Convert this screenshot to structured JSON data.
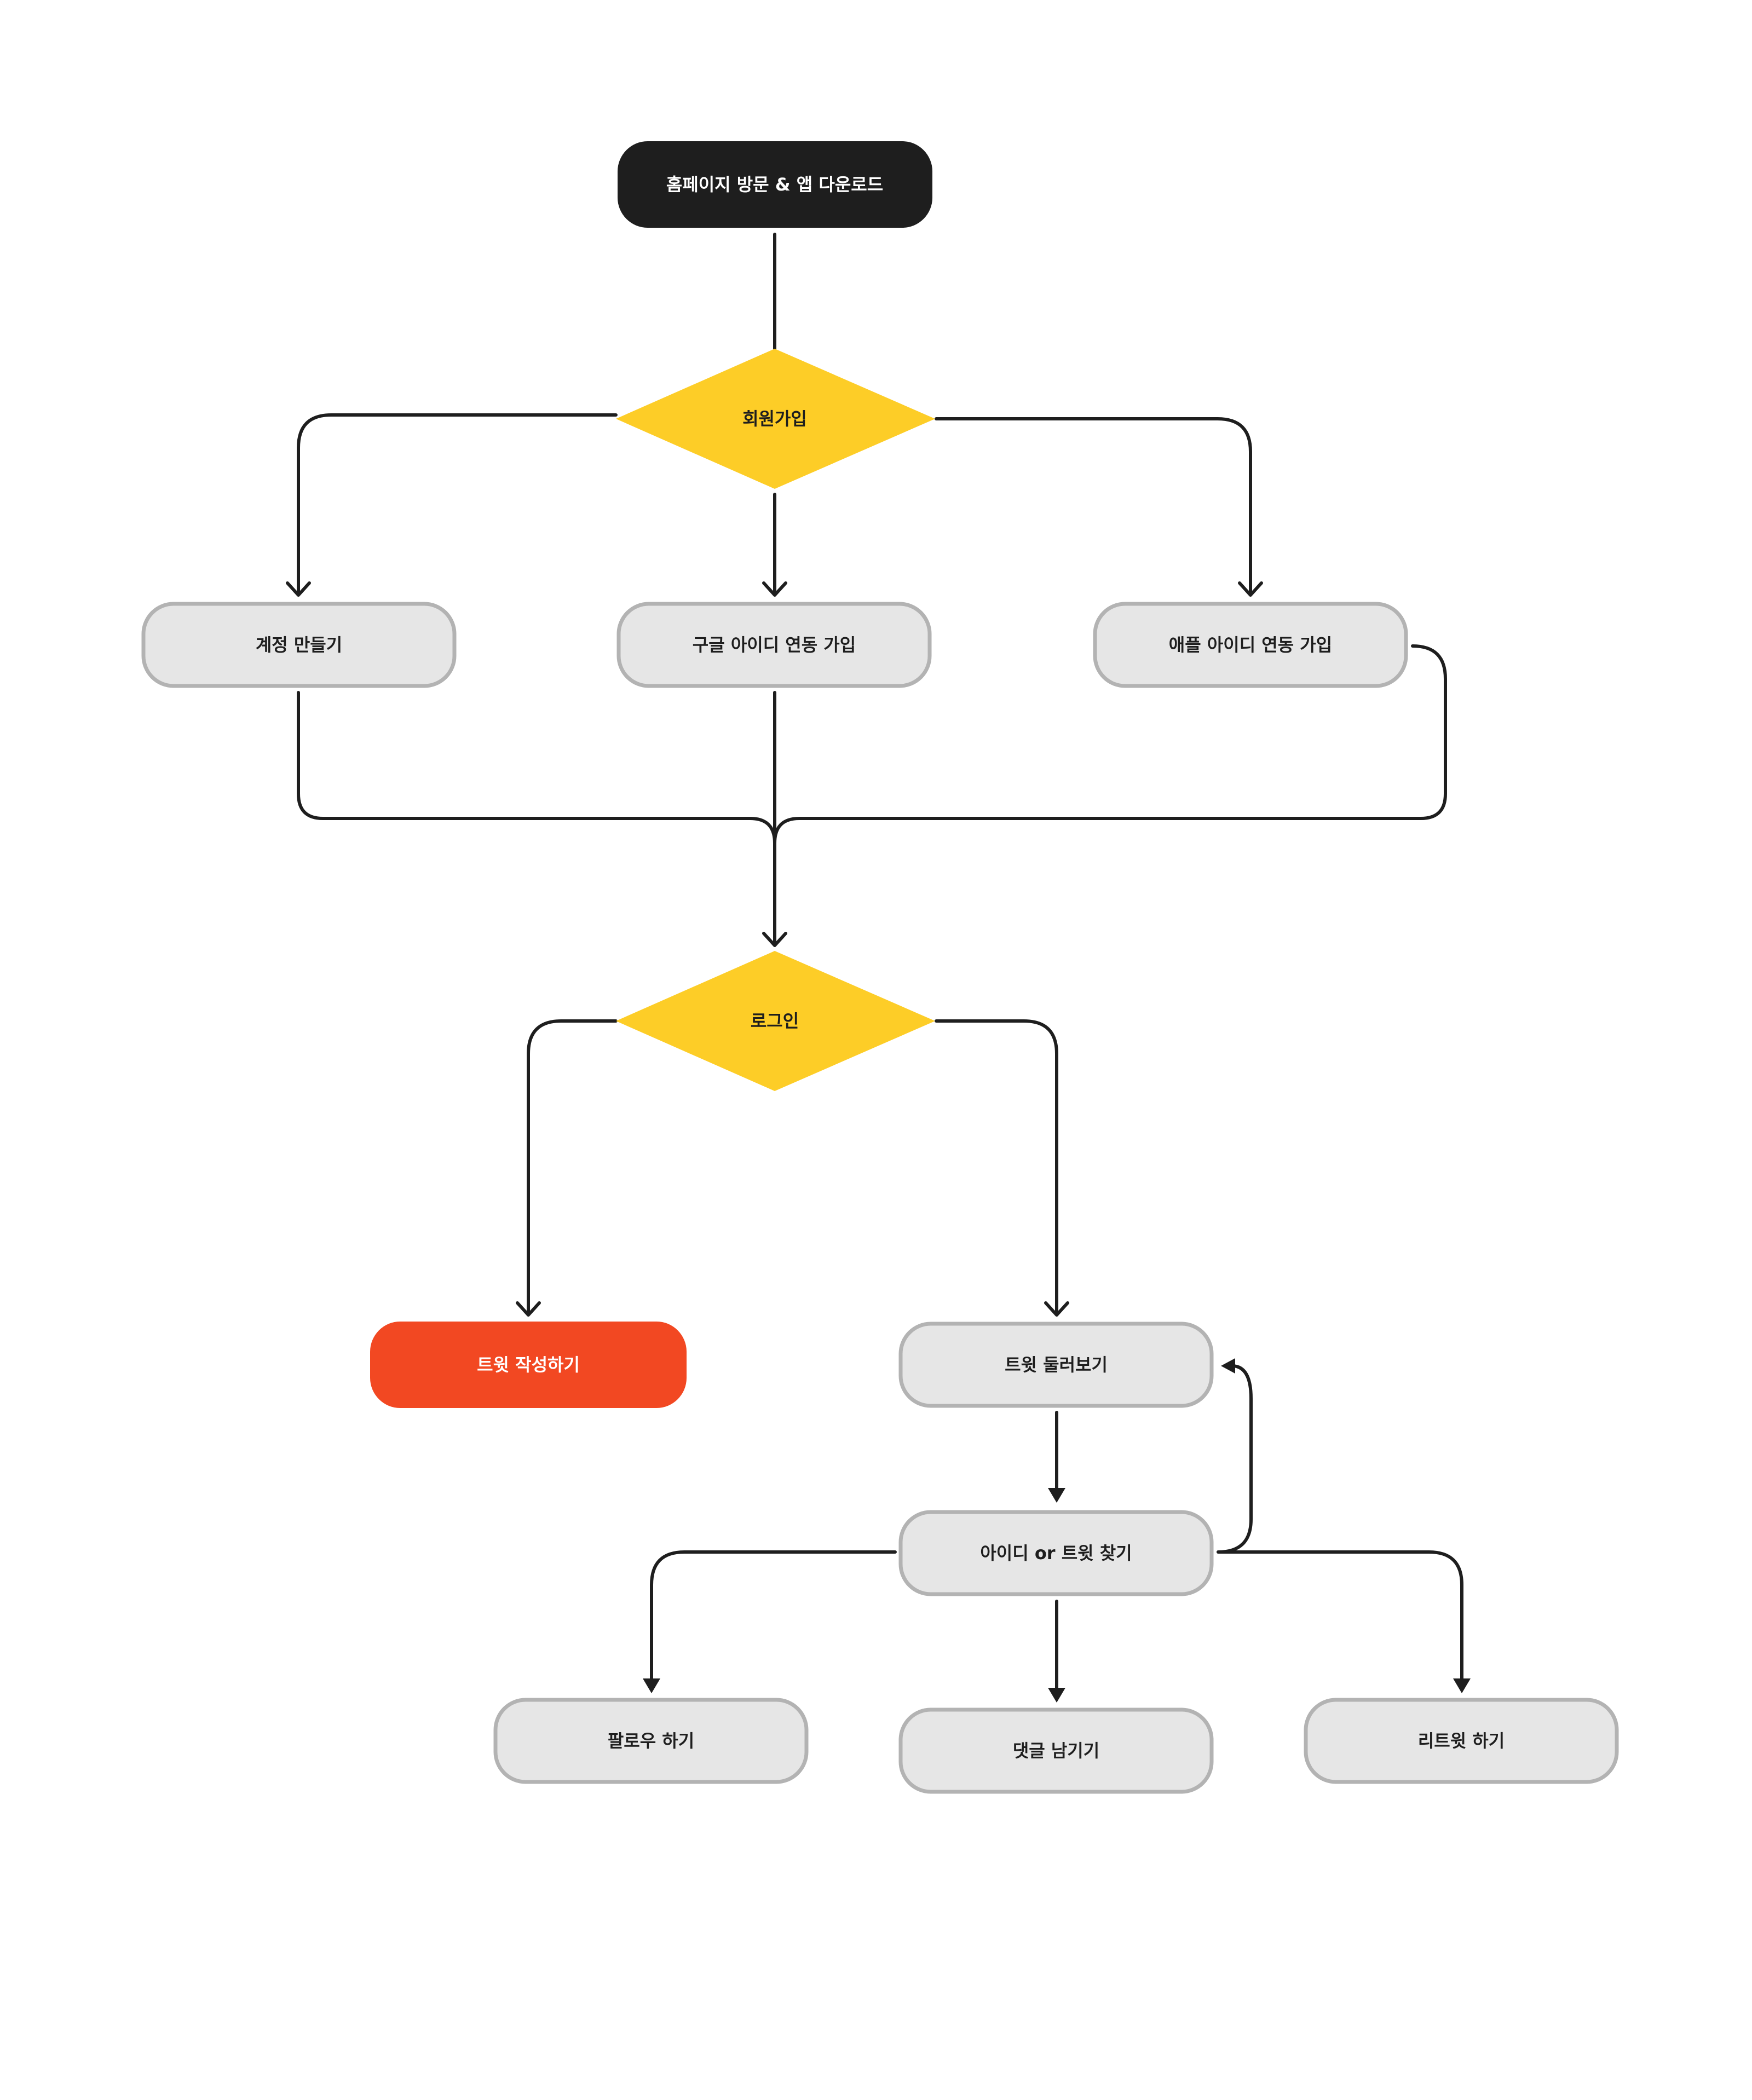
{
  "diagram": {
    "nodes": {
      "start": {
        "label": "홈페이지 방문 & 앱 다운로드",
        "fill": "#1e1e1e",
        "text_color": "#ffffff"
      },
      "signup": {
        "label": "회원가입",
        "fill": "#fdcd27",
        "text_color": "#1e1e1e"
      },
      "create_account": {
        "label": "계정 만들기",
        "fill": "#e6e6e6",
        "stroke": "#b3b3b3",
        "text_color": "#1e1e1e"
      },
      "google_signup": {
        "label": "구글 아이디 연동 가입",
        "fill": "#e6e6e6",
        "stroke": "#b3b3b3",
        "text_color": "#1e1e1e"
      },
      "apple_signup": {
        "label": "애플 아이디 연동 가입",
        "fill": "#e6e6e6",
        "stroke": "#b3b3b3",
        "text_color": "#1e1e1e"
      },
      "login": {
        "label": "로그인",
        "fill": "#fdcd27",
        "text_color": "#1e1e1e"
      },
      "write_tweet": {
        "label": "트윗 작성하기",
        "fill": "#f24822",
        "text_color": "#ffffff"
      },
      "browse_tweets": {
        "label": "트윗 둘러보기",
        "fill": "#e6e6e6",
        "stroke": "#b3b3b3",
        "text_color": "#1e1e1e"
      },
      "search": {
        "label": "아이디 or 트윗 찾기",
        "fill": "#e6e6e6",
        "stroke": "#b3b3b3",
        "text_color": "#1e1e1e"
      },
      "follow": {
        "label": "팔로우 하기",
        "fill": "#e6e6e6",
        "stroke": "#b3b3b3",
        "text_color": "#1e1e1e"
      },
      "comment": {
        "label": "댓글 남기기",
        "fill": "#e6e6e6",
        "stroke": "#b3b3b3",
        "text_color": "#1e1e1e"
      },
      "retweet": {
        "label": "리트윗 하기",
        "fill": "#e6e6e6",
        "stroke": "#b3b3b3",
        "text_color": "#1e1e1e"
      }
    },
    "edge_color": "#1e1e1e"
  }
}
